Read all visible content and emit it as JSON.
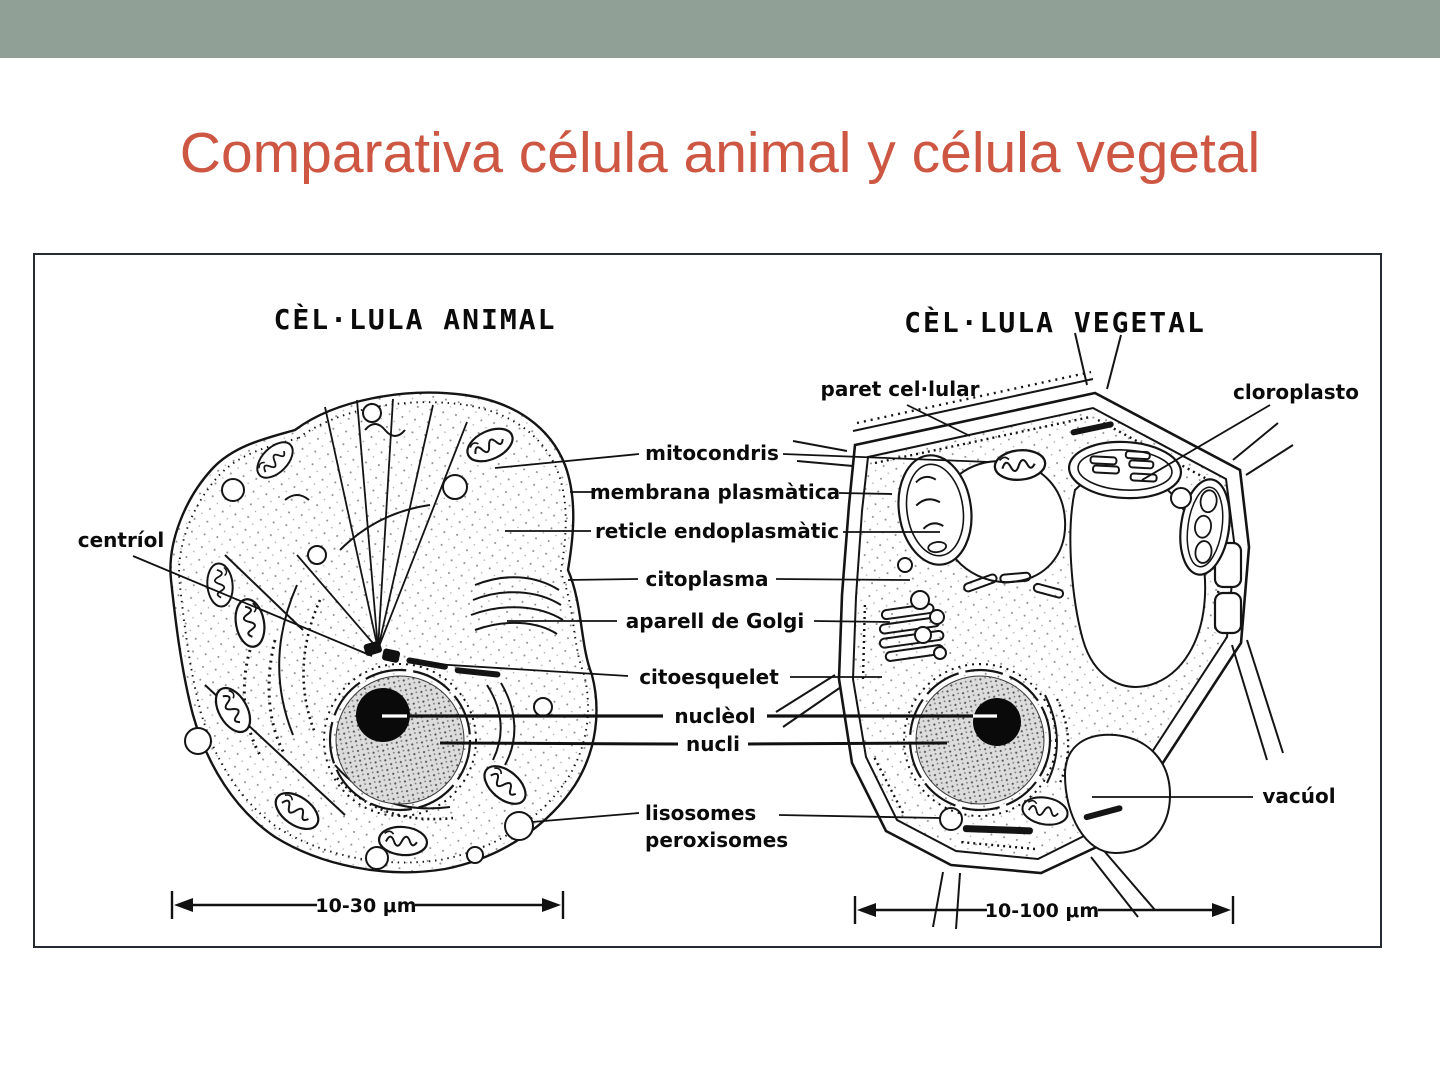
{
  "slide": {
    "title": "Comparativa célula animal y célula vegetal",
    "title_color": "#cd5742",
    "header_bar_color": "#91a096"
  },
  "figure": {
    "border_color": "#262a31",
    "animal_cell": {
      "heading": "CÈL·LULA ANIMAL",
      "scale_label": "10-30 μm",
      "label_centriol": "centríol"
    },
    "vegetal_cell": {
      "heading": "CÈL·LULA VEGETAL",
      "scale_label": "10-100 μm",
      "label_paret": "paret cel·lular",
      "label_cloroplast": "cloroplasto",
      "label_vacuol": "vacúol"
    },
    "shared_labels": {
      "mitocondris": "mitocondris",
      "membrana": "membrana plasmàtica",
      "reticle": "reticle endoplasmàtic",
      "citoplasma": "citoplasma",
      "golgi": "aparell de Golgi",
      "citoesquelet": "citoesquelet",
      "nucleol": "nuclèol",
      "nucli": "nucli",
      "lisosomes": "lisosomes",
      "peroxisomes": "peroxisomes"
    }
  }
}
